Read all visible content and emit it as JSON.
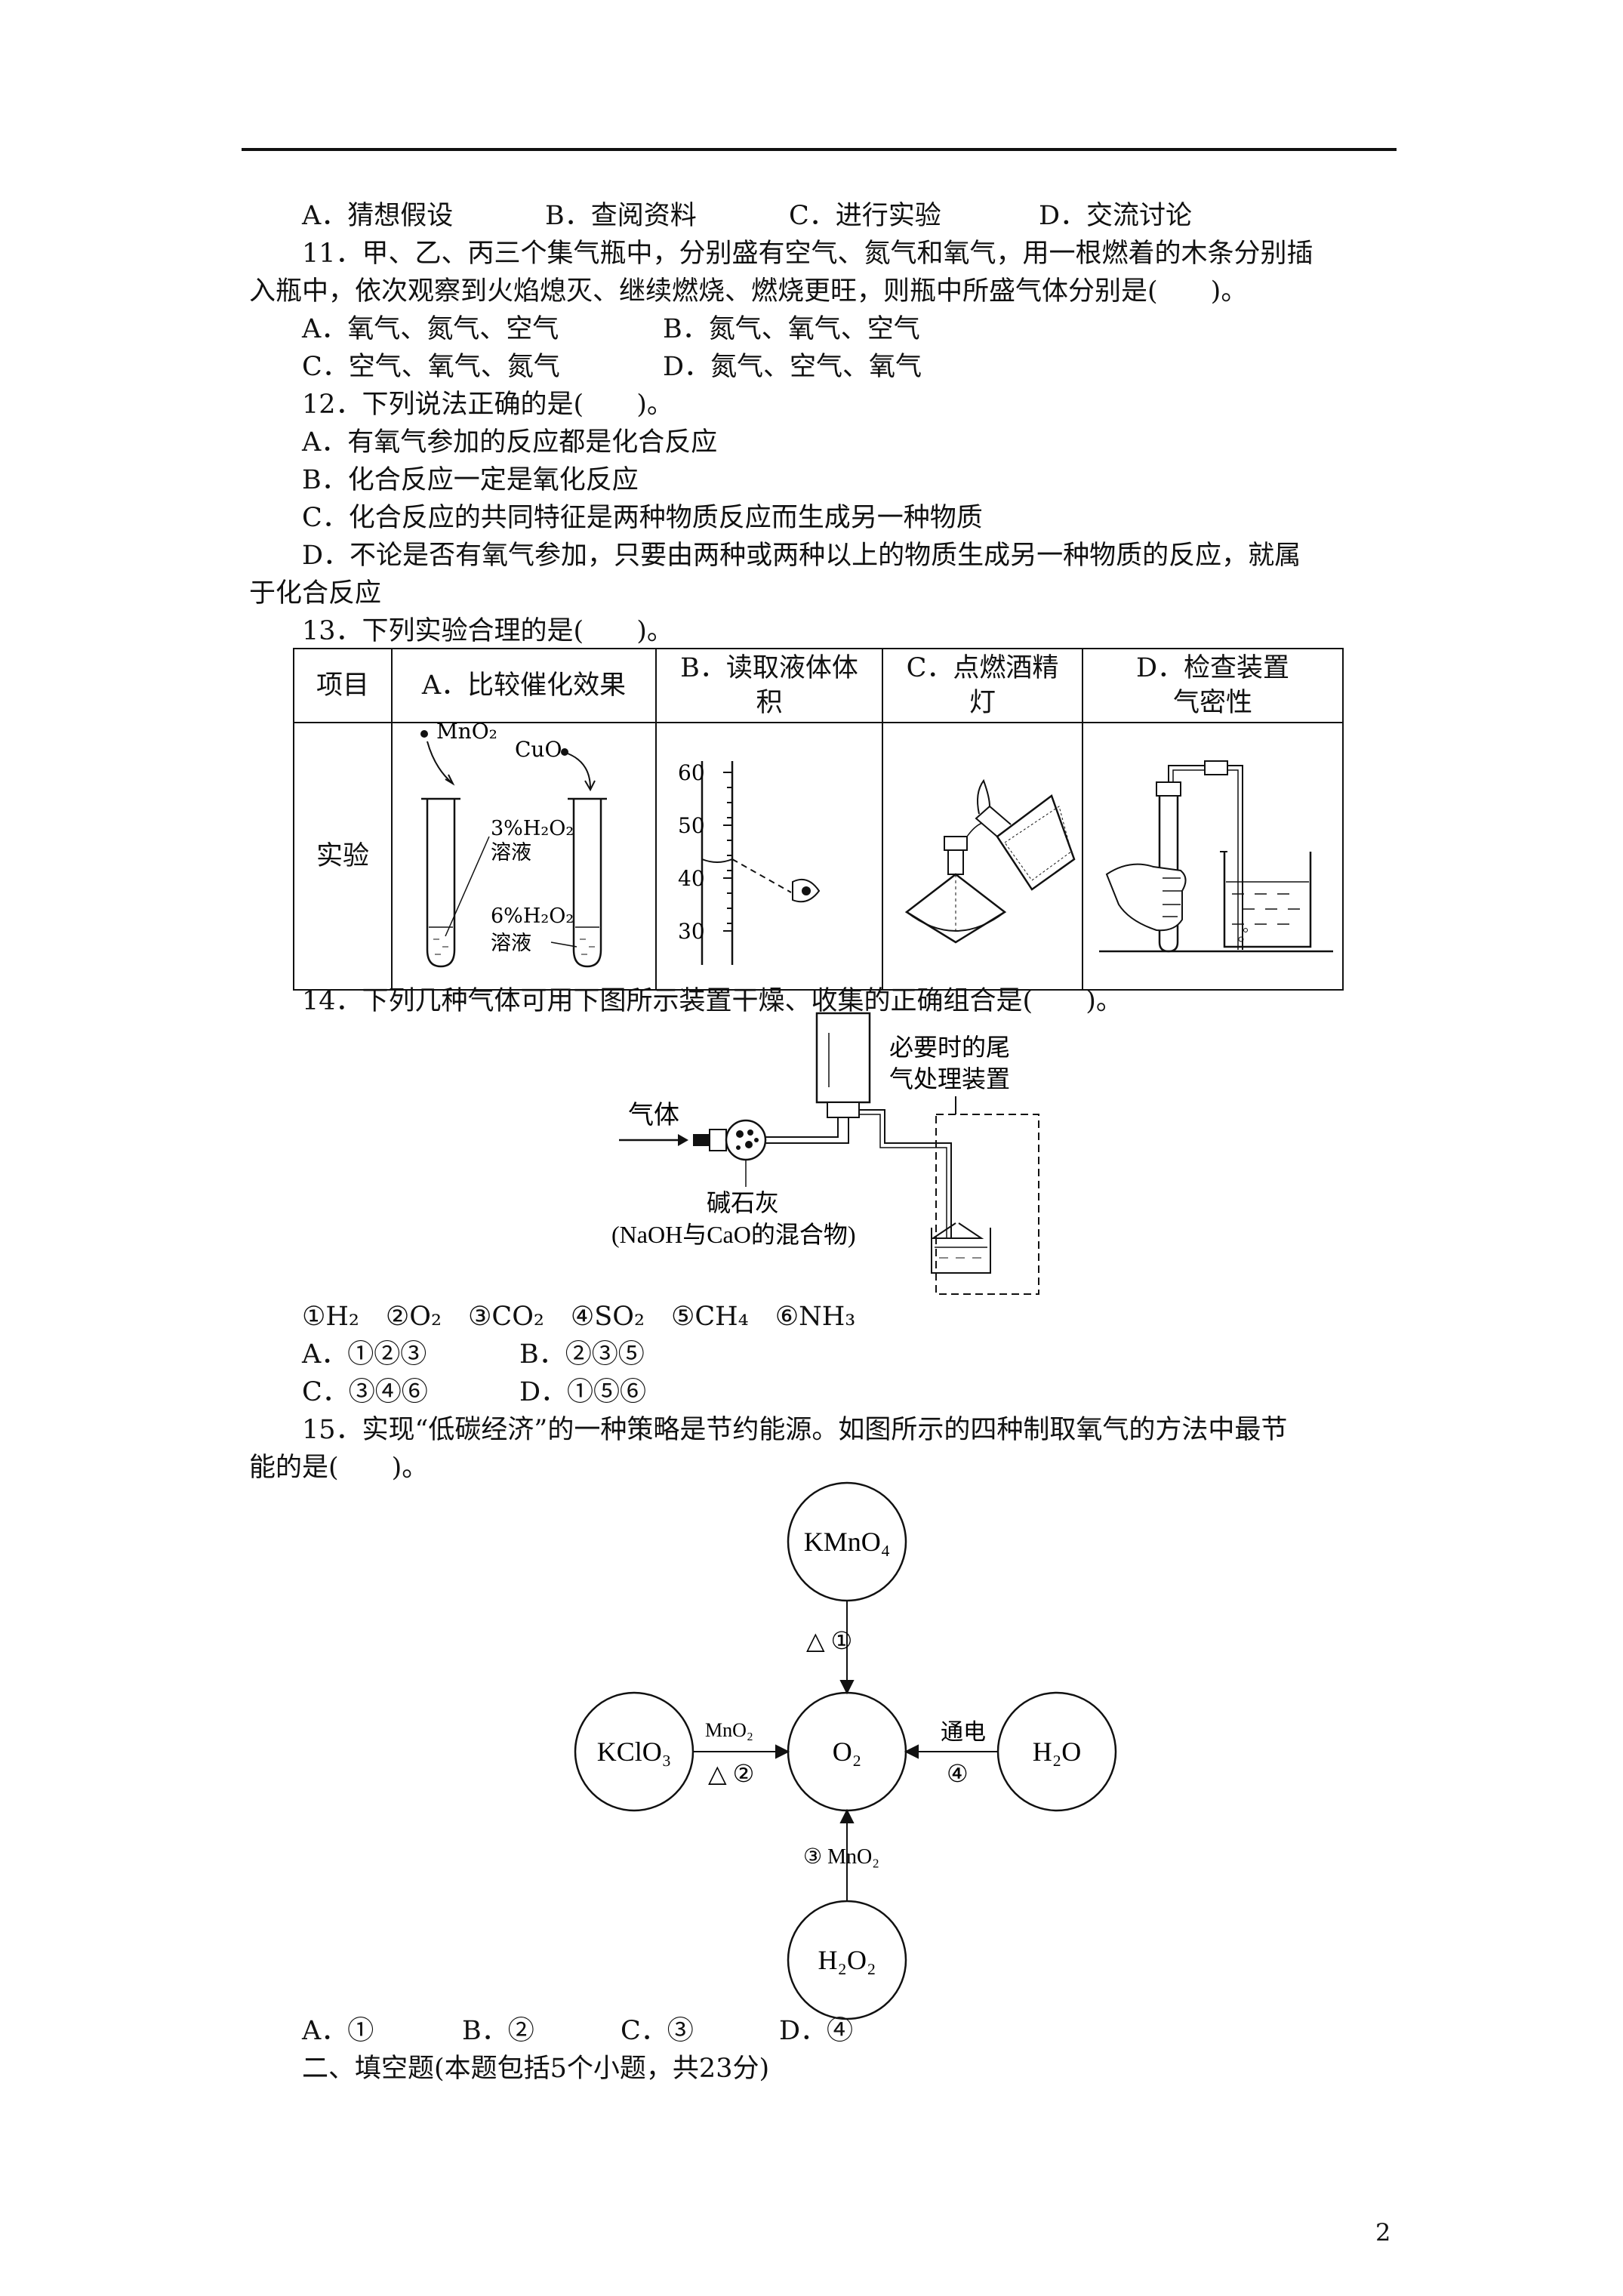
{
  "q10": {
    "options": [
      "A．猜想假设",
      "B．查阅资料",
      "C．进行实验",
      "D．交流讨论"
    ]
  },
  "q11": {
    "stem_line1": "11．甲、乙、丙三个集气瓶中，分别盛有空气、氮气和氧气，用一根燃着的木条分别插",
    "stem_line2": "入瓶中，依次观察到火焰熄灭、继续燃烧、燃烧更旺，则瓶中所盛气体分别是(　　)。",
    "options": [
      "A．氧气、氮气、空气",
      "B．氮气、氧气、空气",
      "C．空气、氧气、氮气",
      "D．氮气、空气、氧气"
    ]
  },
  "q12": {
    "stem": "12．下列说法正确的是(　　)。",
    "options": [
      "A．有氧气参加的反应都是化合反应",
      "B．化合反应一定是氧化反应",
      "C．化合反应的共同特征是两种物质反应而生成另一种物质",
      "D．不论是否有氧气参加，只要由两种或两种以上的物质生成另一种物质的反应，就属"
    ],
    "option_d_cont": "于化合反应"
  },
  "q13": {
    "stem": "13．下列实验合理的是(　　)。",
    "headers": [
      "项目",
      "A．比较催化效果",
      "B．读取液体体\n积",
      "C．点燃酒精\n灯",
      "D．检查装置\n气密性"
    ],
    "row_label": "实验",
    "figA": {
      "mno2": "MnO₂",
      "cuo": "CuO",
      "left_solution": "3%H₂O₂",
      "left_sol_word": "溶液",
      "right_solution": "6%H₂O₂",
      "right_sol_word": "溶液"
    },
    "figB": {
      "ticks": [
        "60",
        "50",
        "40",
        "30"
      ]
    }
  },
  "q14": {
    "stem": "14．下列几种气体可用下图所示装置干燥、收集的正确组合是(　　)。",
    "fig": {
      "gas": "气体",
      "tail_line1": "必要时的尾",
      "tail_line2": "气处理装置",
      "lime": "碱石灰",
      "lime_desc": "(NaOH与CaO的混合物)"
    },
    "gases": "①H₂　②O₂　③CO₂　④SO₂　⑤CH₄　⑥NH₃",
    "options": [
      "A．①②③",
      "B．②③⑤",
      "C．③④⑥",
      "D．①⑤⑥"
    ]
  },
  "q15": {
    "stem_line1": "15．实现“低碳经济”的一种策略是节约能源。如图所示的四种制取氧气的方法中最节",
    "stem_line2": "能的是(　　)。",
    "fig": {
      "kmno4": "KMnO₄",
      "kclo3": "KClO₃",
      "o2": "O₂",
      "h2o": "H₂O",
      "h2o2": "H₂O₂",
      "top_arrow": "△ ①",
      "left_top": "MnO₂",
      "left_bottom": "△ ②",
      "right_top": "通电",
      "right_bottom": "④",
      "bottom_arrow": "③ MnO₂"
    },
    "options": [
      "A．①",
      "B．②",
      "C．③",
      "D．④"
    ]
  },
  "section2": "二、填空题(本题包括5个小题，共23分)",
  "page_number": "2"
}
